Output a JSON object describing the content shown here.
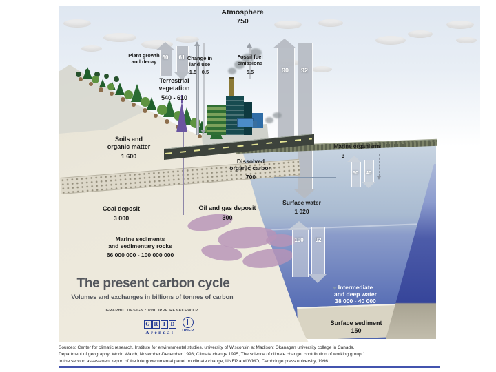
{
  "atmosphere": {
    "label": "Atmosphere",
    "value": "750"
  },
  "fluxes": {
    "plant_growth": {
      "label_line1": "Plant growth",
      "label_line2": "and decay",
      "up": "60",
      "down": "61"
    },
    "land_use": {
      "label_line1": "Change in",
      "label_line2": "land use",
      "up": "1.5",
      "down": "0.5"
    },
    "fossil_fuel": {
      "label_line1": "Fossil fuel",
      "label_line2": "emissions",
      "value": "5.5"
    },
    "ocean_atmosphere": {
      "up": "90",
      "down": "92"
    },
    "marine_organisms_exchange": {
      "up": "50",
      "down": "40"
    },
    "surface_deep_exchange": {
      "up": "100",
      "down": "92"
    }
  },
  "reservoirs": {
    "terrestrial_vegetation": {
      "label_line1": "Terrestrial",
      "label_line2": "vegetation",
      "value": "540 - 610"
    },
    "soils": {
      "label_line1": "Soils and",
      "label_line2": "organic matter",
      "value": "1 600"
    },
    "marine_organisms": {
      "label": "Marine organisms",
      "value": "3"
    },
    "dissolved_organic_carbon": {
      "label_line1": "Dissolved",
      "label_line2": "organic carbon",
      "value": "700"
    },
    "coal_deposit": {
      "label": "Coal deposit",
      "value": "3 000"
    },
    "oil_gas_deposit": {
      "label": "Oil and gas deposit",
      "value": "300"
    },
    "surface_water": {
      "label": "Surface water",
      "value": "1 020"
    },
    "marine_sediments": {
      "label_line1": "Marine sediments",
      "label_line2": "and sedimentary rocks",
      "value": "66 000 000 - 100 000 000"
    },
    "intermediate_deep_water": {
      "label_line1": "Intermediate",
      "label_line2": "and deep water",
      "value": "38 000 - 40 000"
    },
    "surface_sediment": {
      "label": "Surface sediment",
      "value": "150"
    }
  },
  "title_block": {
    "title": "The present carbon cycle",
    "subtitle": "Volumes and exchanges in billions of tonnes of carbon",
    "credit": "GRAPHIC DESIGN : PHILIPPE REKACEWICZ"
  },
  "logos": {
    "grid": {
      "letters": [
        "G",
        "R",
        "I",
        "D"
      ],
      "name": "Arendal"
    },
    "unep": "UNEP"
  },
  "sources": {
    "line1": "Sources: Center for climatic research, Institute for environmental studies, university of Wisconsin at Madison;  Okanagan university college in Canada,",
    "line2": "Department of geography; World Watch, November-December 1998; Climate change 1995, The science of climate change, contribution of working group 1",
    "line3": "to the second assessment report of the intergovernmental panel on climate change, UNEP and WMO, Cambridge press university,  1996."
  }
}
